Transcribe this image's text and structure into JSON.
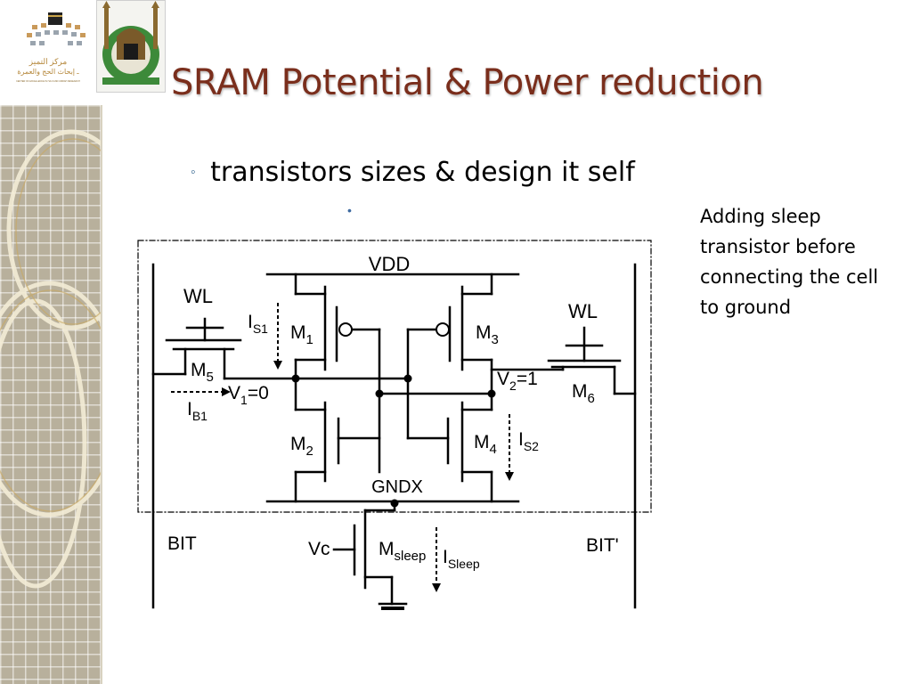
{
  "slide": {
    "title": "SRAM Potential & Power reduction",
    "bullet": "transistors sizes & design it self",
    "note": "Adding sleep transistor before connecting the cell to ground"
  },
  "logos": {
    "left_logo_line1": "مركز التميز",
    "left_logo_line2": "ـ إبحاث الحج والعمرة",
    "left_logo_line3": "CENTER OF EXCELLENCE IN HAJJ AND UMRAH RESEARCH"
  },
  "circuit": {
    "vdd": "VDD",
    "gndx": "GNDX",
    "wl_left": "WL",
    "wl_right": "WL",
    "m1": "M",
    "m1_sub": "1",
    "m2": "M",
    "m2_sub": "2",
    "m3": "M",
    "m3_sub": "3",
    "m4": "M",
    "m4_sub": "4",
    "m5": "M",
    "m5_sub": "5",
    "m6": "M",
    "m6_sub": "6",
    "msleep": "M",
    "msleep_sub": "sleep",
    "is1": "I",
    "is1_sub": "S1",
    "is2": "I",
    "is2_sub": "S2",
    "ib1": "I",
    "ib1_sub": "B1",
    "isleep": "I",
    "isleep_sub": "Sleep",
    "v1": "V",
    "v1_sub": "1",
    "v1_val": "=0",
    "v2": "V",
    "v2_sub": "2",
    "v2_val": "=1",
    "vc": "Vc",
    "bit": "BIT",
    "bit_bar": "BIT'"
  }
}
